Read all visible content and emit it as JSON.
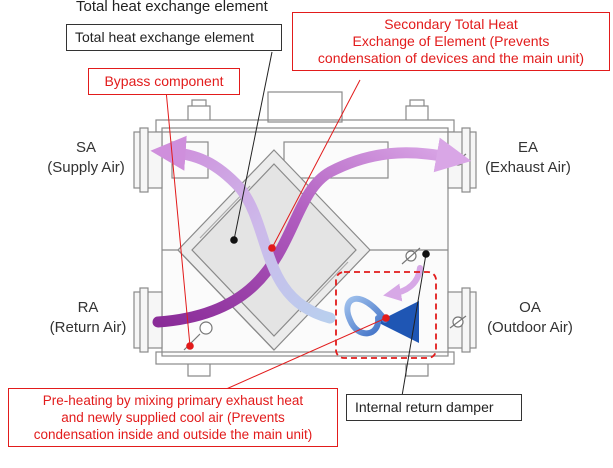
{
  "top_caption": "Total heat exchange element",
  "callouts": {
    "total_heat_element": "Total heat exchange element",
    "secondary_heat_line1": "Secondary Total Heat",
    "secondary_heat_line2": "Exchange of Element (Prevents",
    "secondary_heat_line3": "condensation of devices and the main unit)",
    "bypass": "Bypass component",
    "preheating_line1": "Pre-heating by mixing primary exhaust heat",
    "preheating_line2": "and newly supplied cool air (Prevents",
    "preheating_line3": "condensation inside and outside the main unit)",
    "internal_damper": "Internal return damper"
  },
  "ports": {
    "sa_code": "SA",
    "sa_name": "(Supply Air)",
    "ea_code": "EA",
    "ea_name": "(Exhaust Air)",
    "ra_code": "RA",
    "ra_name": "(Return Air)",
    "oa_code": "OA",
    "oa_name": "(Outdoor Air)"
  },
  "colors": {
    "callout_red": "#e21b1b",
    "exhaust_purple": "#9b3fa6",
    "supply_lavender": "#d7a8e6",
    "outdoor_blue": "#2a5fb8",
    "light_blue": "#b9cfee"
  }
}
